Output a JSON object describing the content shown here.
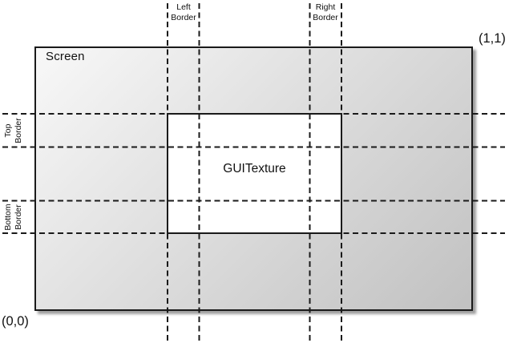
{
  "diagram": {
    "screen_label": "Screen",
    "texture_label": "GUITexture",
    "coord_top_right": "(1,1)",
    "coord_bottom_left": "(0,0)",
    "border_labels": {
      "left": {
        "line1": "Left",
        "line2": "Border"
      },
      "right": {
        "line1": "Right",
        "line2": "Border"
      },
      "top": {
        "line1": "Top",
        "line2": "Border"
      },
      "bottom": {
        "line1": "Bottom",
        "line2": "Border"
      }
    }
  },
  "colors": {
    "screen-gradient-start": "#f8f8f8",
    "screen-gradient-end": "#c1c1c1",
    "texture-fill": "#ffffff",
    "line-color": "#1a1a1a",
    "text-color": "#111111"
  }
}
